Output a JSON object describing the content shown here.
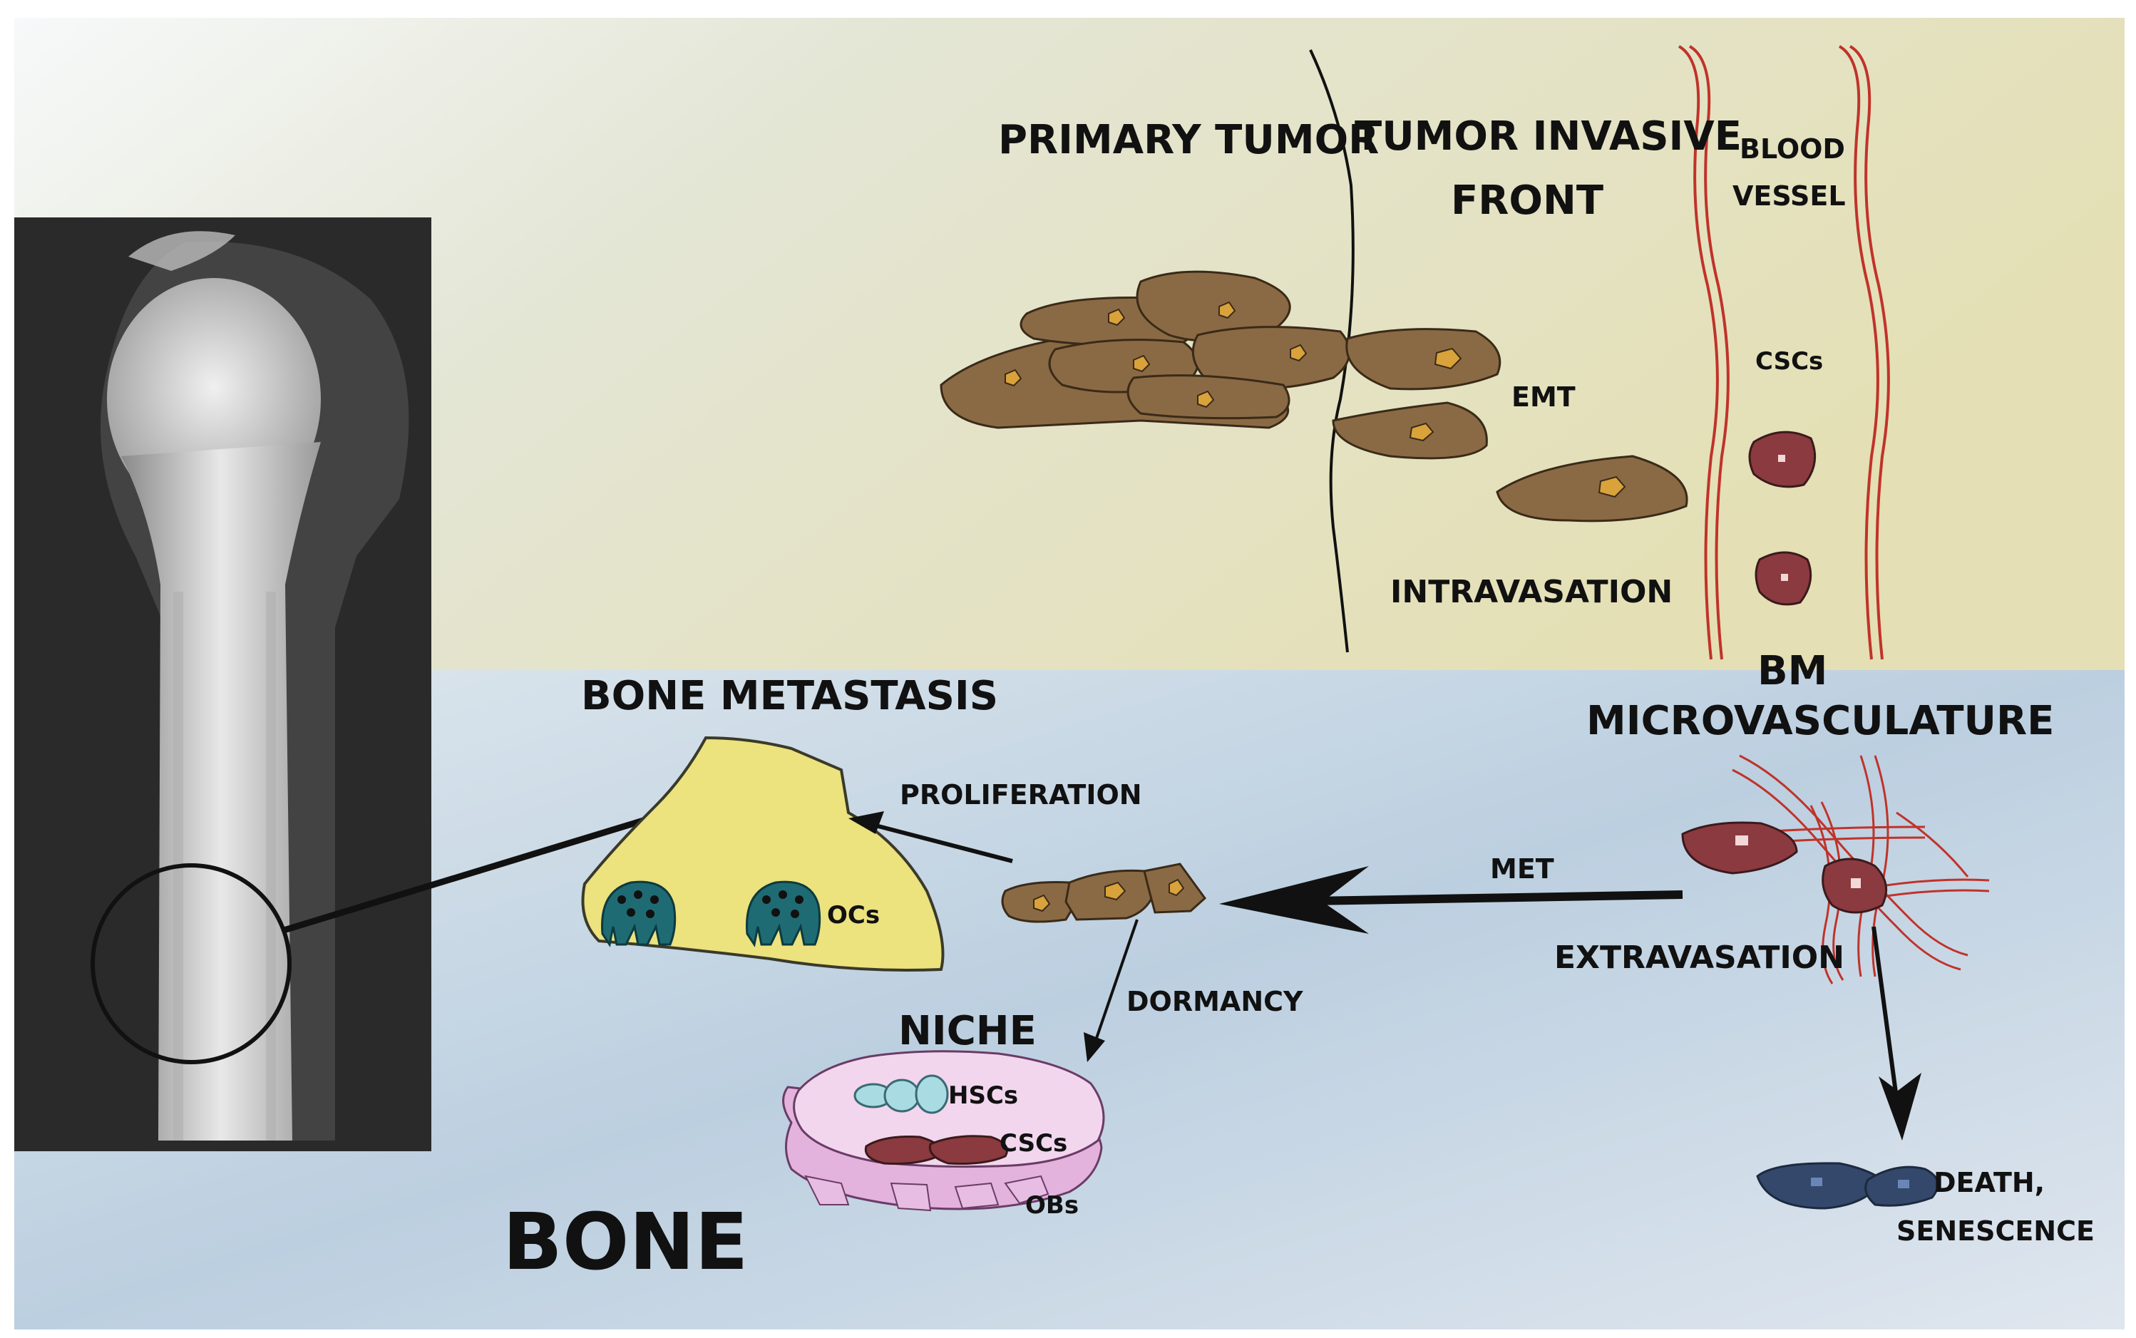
{
  "labels": {
    "primary_tumor": "PRIMARY TUMOR",
    "invasive_front_1": "TUMOR INVASIVE",
    "invasive_front_2": "FRONT",
    "blood_vessel_1": "BLOOD",
    "blood_vessel_2": "VESSEL",
    "emt": "EMT",
    "intravasation": "INTRAVASATION",
    "cscs_vessel": "CSCs",
    "bm_micro_1": "BM",
    "bm_micro_2": "MICROVASCULATURE",
    "bone_metastasis": "BONE METASTASIS",
    "proliferation": "PROLIFERATION",
    "ocs": "OCs",
    "met": "MET",
    "extravasation": "EXTRAVASATION",
    "dormancy": "DORMANCY",
    "niche": "NICHE",
    "hscs": "HSCs",
    "cscs_niche": "CSCs",
    "obs": "OBs",
    "death_1": "DEATH,",
    "death_2": "SENESCENCE",
    "bone": "BONE"
  },
  "colors": {
    "top_panel": "#e7e4c4",
    "bottom_panel": "#c3d3e2",
    "tumor_cell": "#8a6a44",
    "tumor_nucleus": "#d9a23a",
    "vessel": "#c0332a",
    "csc_cell": "#8b3a3f",
    "bone_met": "#ece27e",
    "osteoclast": "#1f6b73",
    "niche": "#ecc6e8",
    "hsc": "#a9dbe2",
    "dead_cell": "#34486b",
    "xray_bg": "#1c1c1c"
  },
  "icons": [
    "xray-humerus",
    "tumor-cell",
    "osteoclast-icon",
    "arrow-icon"
  ]
}
